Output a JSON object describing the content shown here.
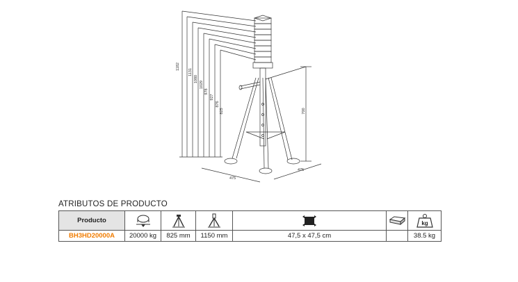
{
  "drawing": {
    "height_dims": [
      "1182",
      "1131",
      "1080",
      "1029",
      "978",
      "927",
      "876",
      "825"
    ],
    "side_height": "700",
    "base_width_left": "475",
    "base_width_right": "475",
    "line_color": "#333333",
    "accent_color": "#555555"
  },
  "attributes": {
    "title": "ATRIBUTOS DE PRODUCTO",
    "header": {
      "product_label": "Producto",
      "icons": [
        "load-capacity-icon",
        "min-height-icon",
        "max-height-icon",
        "base-dimensions-icon",
        "packaging-icon",
        "weight-icon"
      ],
      "weight_icon_text": "kg"
    },
    "row": {
      "code": "BH3HD20000A",
      "capacity": "20000 kg",
      "min_height": "825 mm",
      "max_height": "1150 mm",
      "base": "47,5 x 47,5 cm",
      "packaging": "",
      "weight": "38.5 kg"
    },
    "code_color": "#f07c00"
  }
}
